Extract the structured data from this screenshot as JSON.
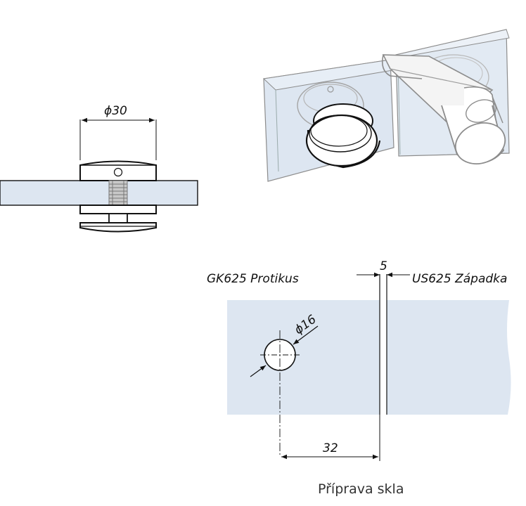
{
  "side_view": {
    "diameter_label": "ϕ30"
  },
  "glass_drawing": {
    "left_product_label": "GK625 Protikus",
    "right_product_label": "US625 Západka",
    "gap_label": "5",
    "hole_diameter_label": "ϕ16",
    "offset_label": "32"
  },
  "caption": "Příprava skla",
  "colors": {
    "glass_fill": "#dde6f1",
    "glass_edge": "#c5d2e2",
    "line": "#111111",
    "iso_line": "#8c8c8c"
  }
}
